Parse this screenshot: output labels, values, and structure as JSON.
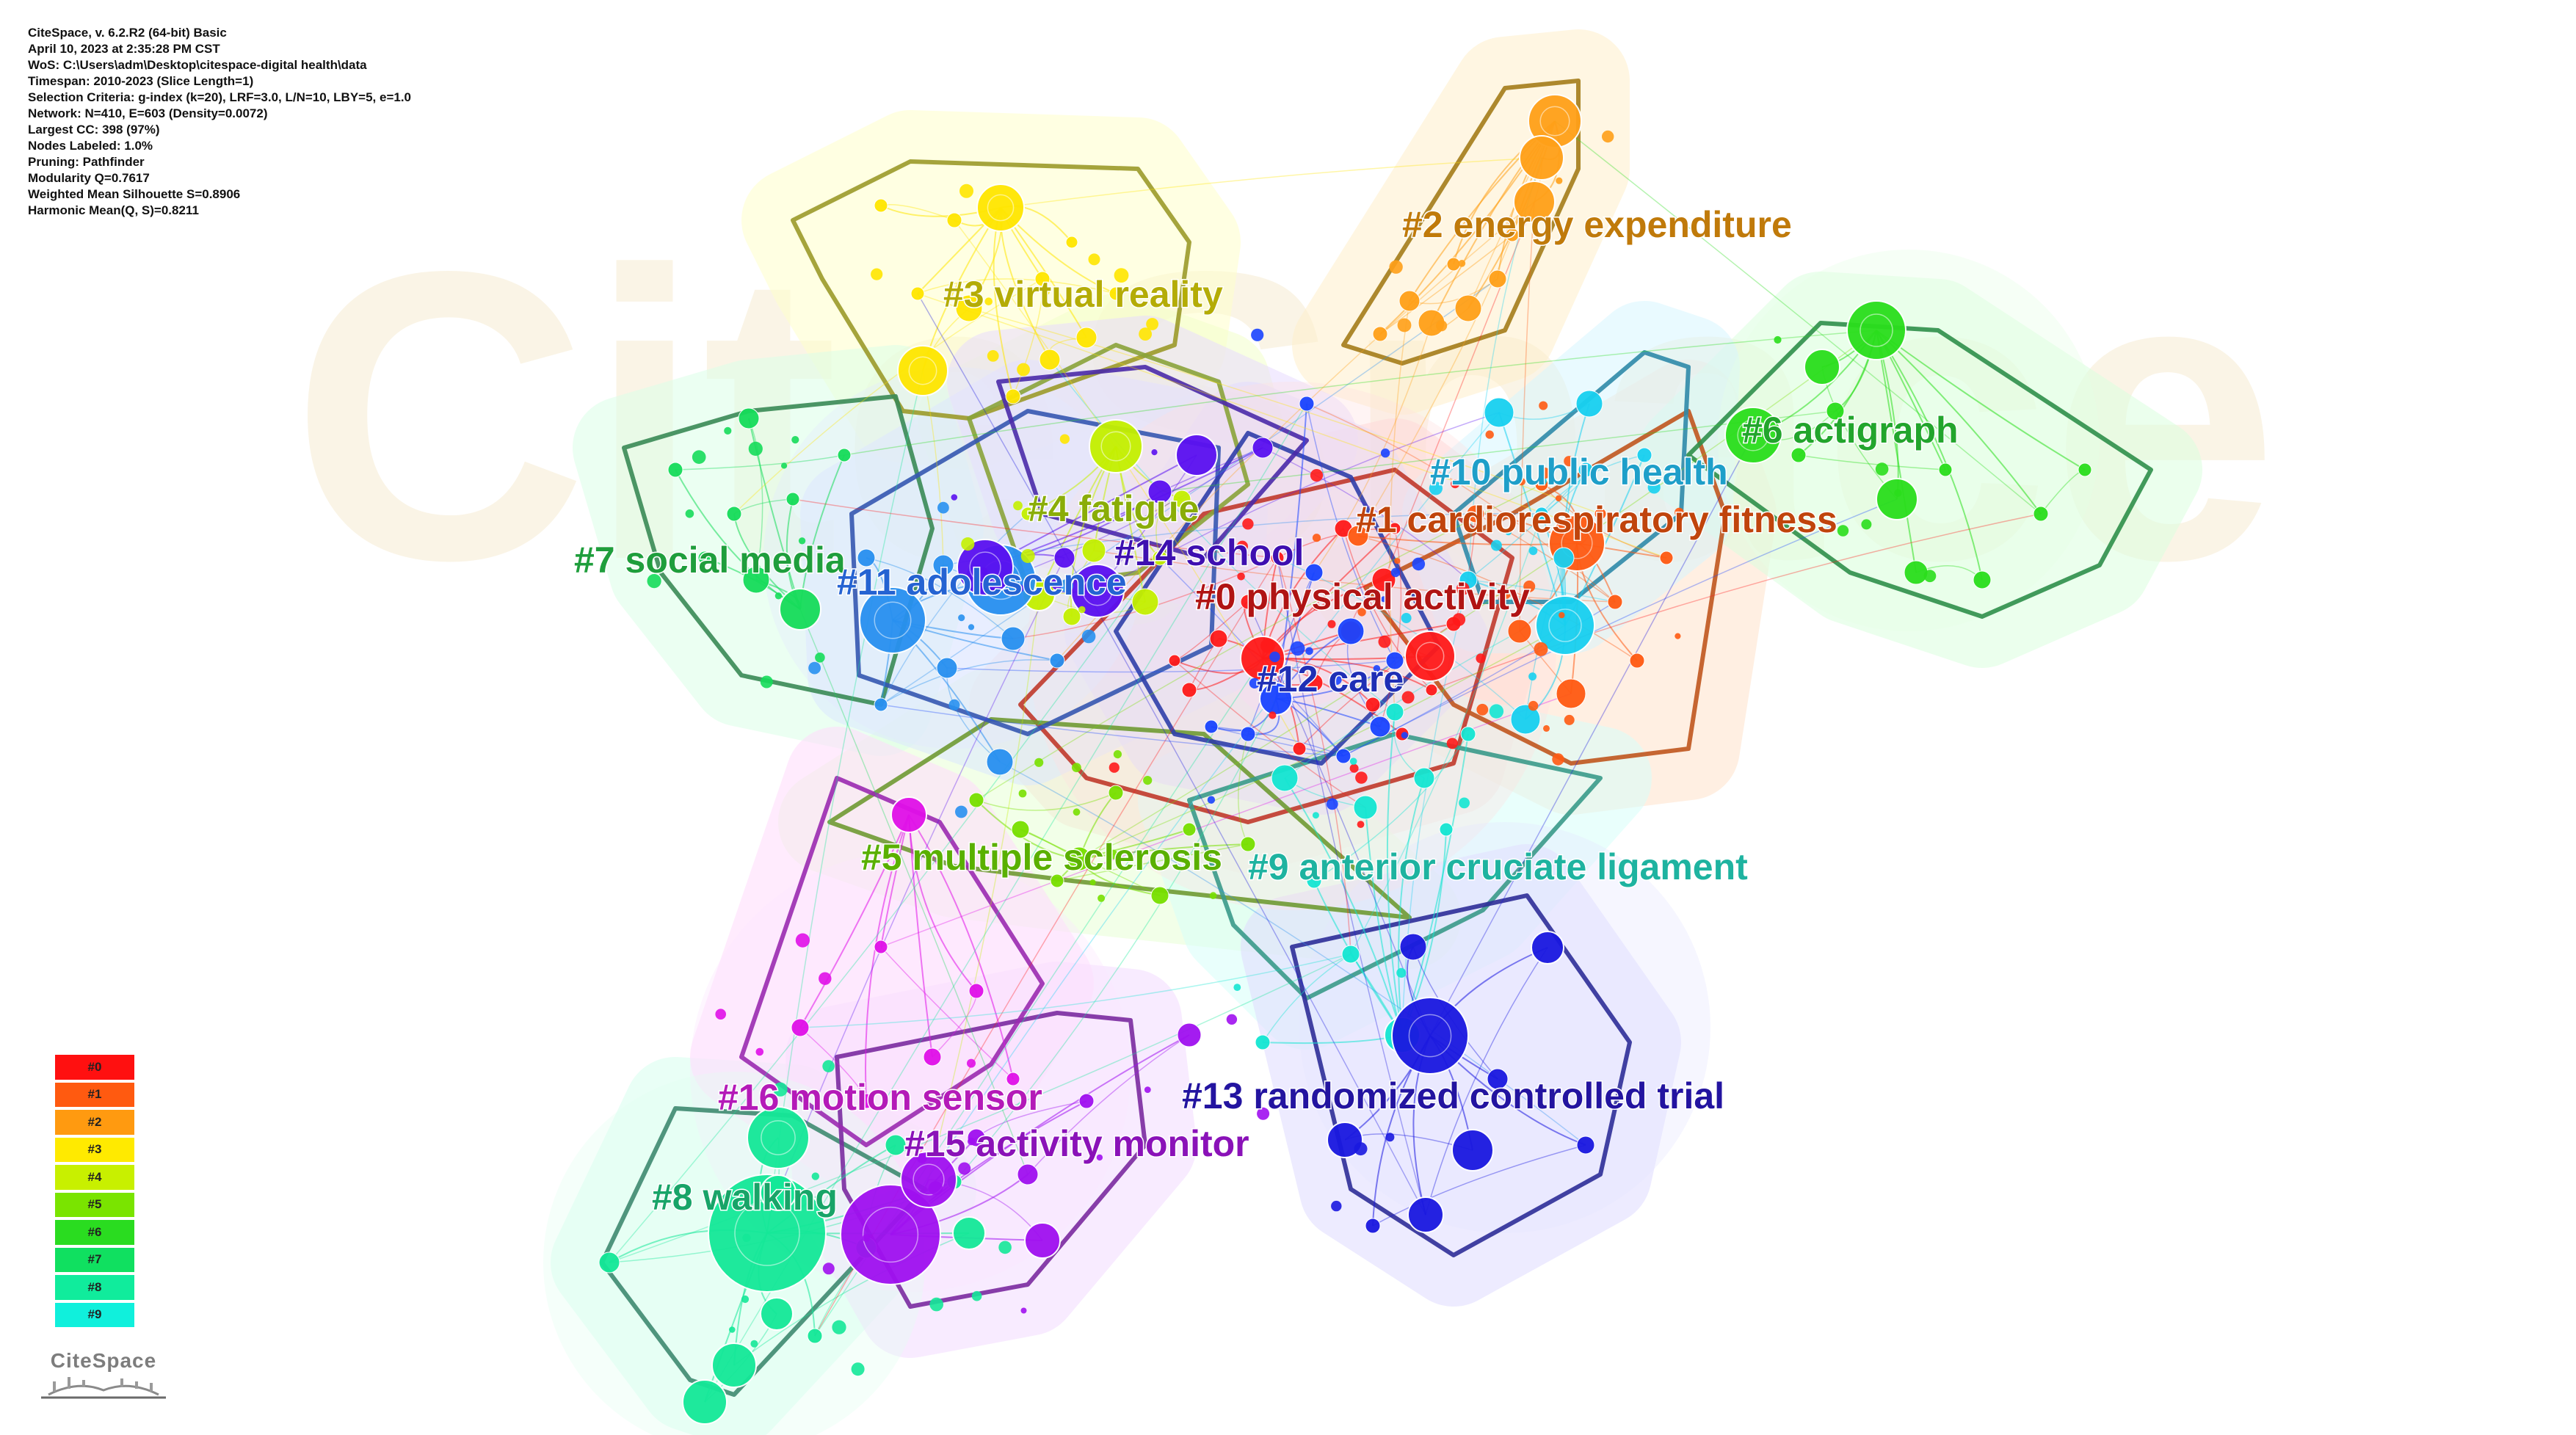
{
  "header": {
    "lines": [
      "CiteSpace, v. 6.2.R2 (64-bit) Basic",
      "April 10, 2023 at 2:35:28 PM CST",
      "WoS: C:\\Users\\adm\\Desktop\\citespace-digital health\\data",
      "Timespan: 2010-2023 (Slice Length=1)",
      "Selection Criteria: g-index (k=20), LRF=3.0, L/N=10, LBY=5, e=1.0",
      "Network: N=410, E=603 (Density=0.0072)",
      "Largest CC: 398 (97%)",
      "Nodes Labeled: 1.0%",
      "Pruning: Pathfinder",
      "Modularity Q=0.7617",
      "Weighted Mean Silhouette S=0.8906",
      "Harmonic Mean(Q, S)=0.8211"
    ]
  },
  "watermark": {
    "text": "CiteSpace"
  },
  "clusters": [
    {
      "label": "#0 physical activity",
      "color": "#b01414"
    },
    {
      "label": "#1 cardiorespiratory fitness",
      "color": "#c0440c"
    },
    {
      "label": "#2 energy expenditure",
      "color": "#c07a0a"
    },
    {
      "label": "#3 virtual reality",
      "color": "#b4ac06"
    },
    {
      "label": "#4 fatigue",
      "color": "#8aad08"
    },
    {
      "label": "#5 multiple sclerosis",
      "color": "#5ab000"
    },
    {
      "label": "#6 actigraph",
      "color": "#22a52c"
    },
    {
      "label": "#7 social media",
      "color": "#1f9e3c"
    },
    {
      "label": "#8 walking",
      "color": "#18a468"
    },
    {
      "label": "#9 anterior cruciate ligament",
      "color": "#1eb3a0"
    },
    {
      "label": "#10 public health",
      "color": "#1e9fc9"
    },
    {
      "label": "#11 adolescence",
      "color": "#2563d2"
    },
    {
      "label": "#12 care",
      "color": "#1f2fb5"
    },
    {
      "label": "#13 randomized controlled trial",
      "color": "#2314a0"
    },
    {
      "label": "#14 school",
      "color": "#3e0fb0"
    },
    {
      "label": "#15 activity monitor",
      "color": "#8a12b8"
    },
    {
      "label": "#16 motion sensor",
      "color": "#b41ab8"
    }
  ],
  "legend": {
    "items": [
      {
        "label": "#0",
        "color": "#ff1010"
      },
      {
        "label": "#1",
        "color": "#ff5a10"
      },
      {
        "label": "#2",
        "color": "#ff9a10"
      },
      {
        "label": "#3",
        "color": "#ffea00"
      },
      {
        "label": "#4",
        "color": "#c8f000"
      },
      {
        "label": "#5",
        "color": "#7ae400"
      },
      {
        "label": "#6",
        "color": "#2adc20"
      },
      {
        "label": "#7",
        "color": "#10e060"
      },
      {
        "label": "#8",
        "color": "#10ec9c"
      },
      {
        "label": "#9",
        "color": "#10f0dc"
      }
    ]
  },
  "logo": {
    "text": "CiteSpace"
  }
}
